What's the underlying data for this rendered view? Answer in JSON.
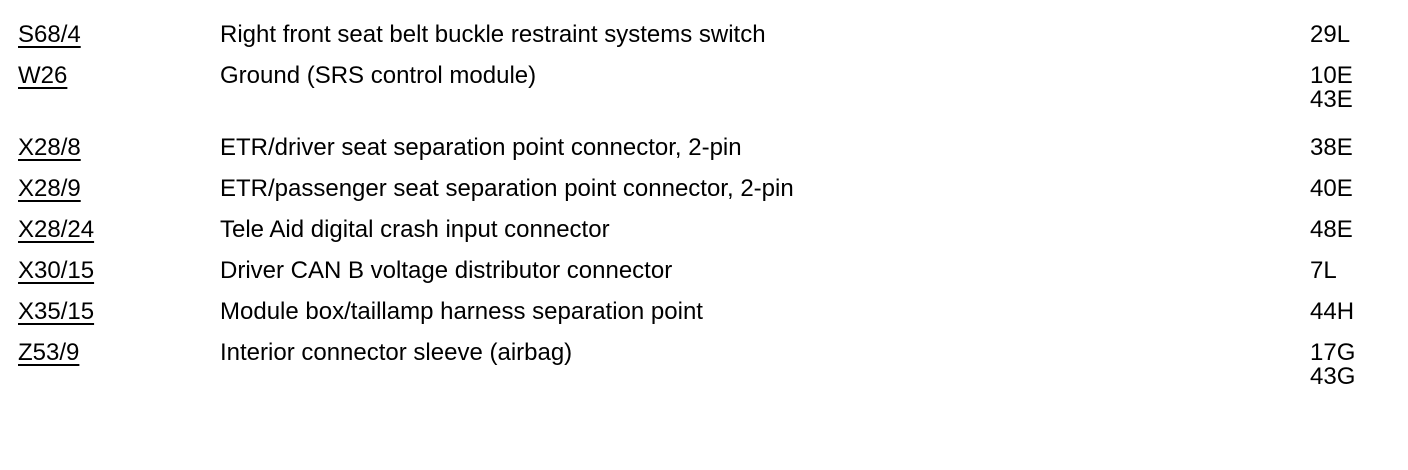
{
  "document": {
    "colors": {
      "text": "#000000",
      "background": "#ffffff"
    },
    "rows": [
      {
        "code": "S68/4",
        "description": "Right front seat belt buckle restraint systems switch",
        "locations": [
          "29L"
        ]
      },
      {
        "code": "W26",
        "description": "Ground (SRS control module)",
        "locations": [
          "10E",
          "43E"
        ]
      },
      {
        "code": "X28/8",
        "description": "ETR/driver seat separation point connector, 2-pin",
        "locations": [
          "38E"
        ]
      },
      {
        "code": "X28/9",
        "description": "ETR/passenger seat separation point connector, 2-pin",
        "locations": [
          "40E"
        ]
      },
      {
        "code": "X28/24",
        "description": "Tele Aid digital crash input connector",
        "locations": [
          "48E"
        ]
      },
      {
        "code": "X30/15",
        "description": "Driver CAN B voltage distributor connector",
        "locations": [
          "7L"
        ]
      },
      {
        "code": "X35/15",
        "description": "Module box/taillamp harness separation point",
        "locations": [
          "44H"
        ]
      },
      {
        "code": "Z53/9",
        "description": "Interior connector sleeve (airbag)",
        "locations": [
          "17G",
          "43G"
        ]
      }
    ]
  }
}
